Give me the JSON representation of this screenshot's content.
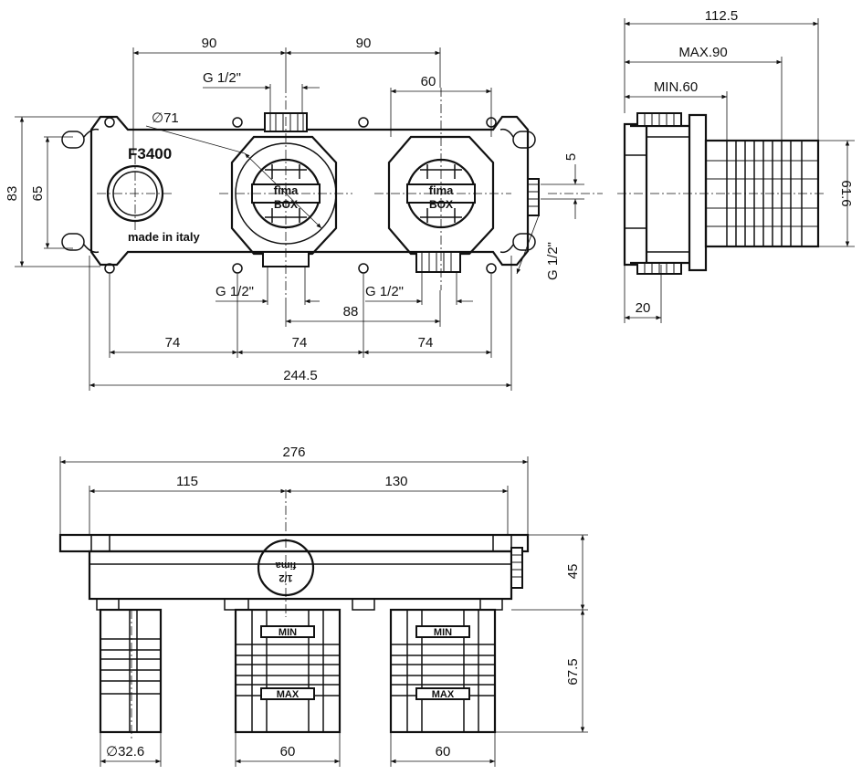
{
  "front_view": {
    "dims": {
      "spacing_left": "90",
      "spacing_right": "90",
      "thread_top": "G 1/2\"",
      "diameter": "∅71",
      "width_60": "60",
      "h83": "83",
      "h65": "65",
      "model": "F3400",
      "made_in": "made in italy",
      "thread_bottom_left": "G 1/2\"",
      "thread_bottom_right": "G 1/2\"",
      "d88": "88",
      "d5": "5",
      "thread_side": "G 1/2\"",
      "d74a": "74",
      "d74b": "74",
      "d74c": "74",
      "total": "244.5"
    },
    "brand_top": "fima",
    "brand_bottom": "BOX"
  },
  "side_view": {
    "dims": {
      "d112": "112.5",
      "max90": "MAX.90",
      "min60": "MIN.60",
      "d616": "61.6",
      "d20": "20"
    }
  },
  "top_view": {
    "dims": {
      "d276": "276",
      "d115": "115",
      "d130": "130",
      "d45": "45",
      "d675": "67.5",
      "dia326": "∅32.6",
      "w60a": "60",
      "w60b": "60"
    },
    "plug_text_top": "fima",
    "plug_text_bottom": "1/2",
    "min_label": "MIN",
    "max_label": "MAX"
  }
}
